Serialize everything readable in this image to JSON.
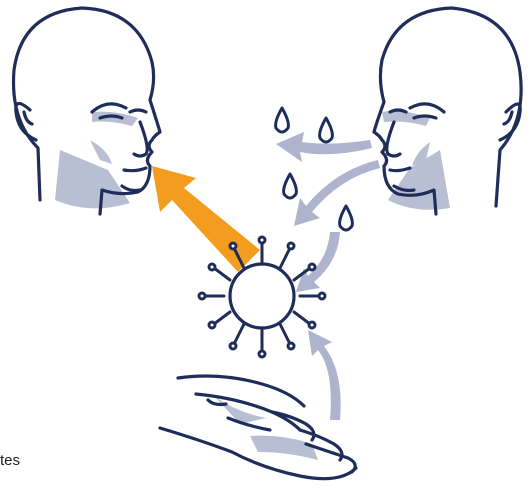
{
  "caption": {
    "text": "tes"
  },
  "colors": {
    "outline": "#1f2d5a",
    "shadow": "#b9bfd3",
    "arrow_gray": "#aeb4cd",
    "arrow_orange": "#f39c1f",
    "background": "#ffffff"
  },
  "icons": [
    "left-head",
    "right-head",
    "water-droplets",
    "virus-particle",
    "open-hand",
    "transmission-arrows"
  ]
}
